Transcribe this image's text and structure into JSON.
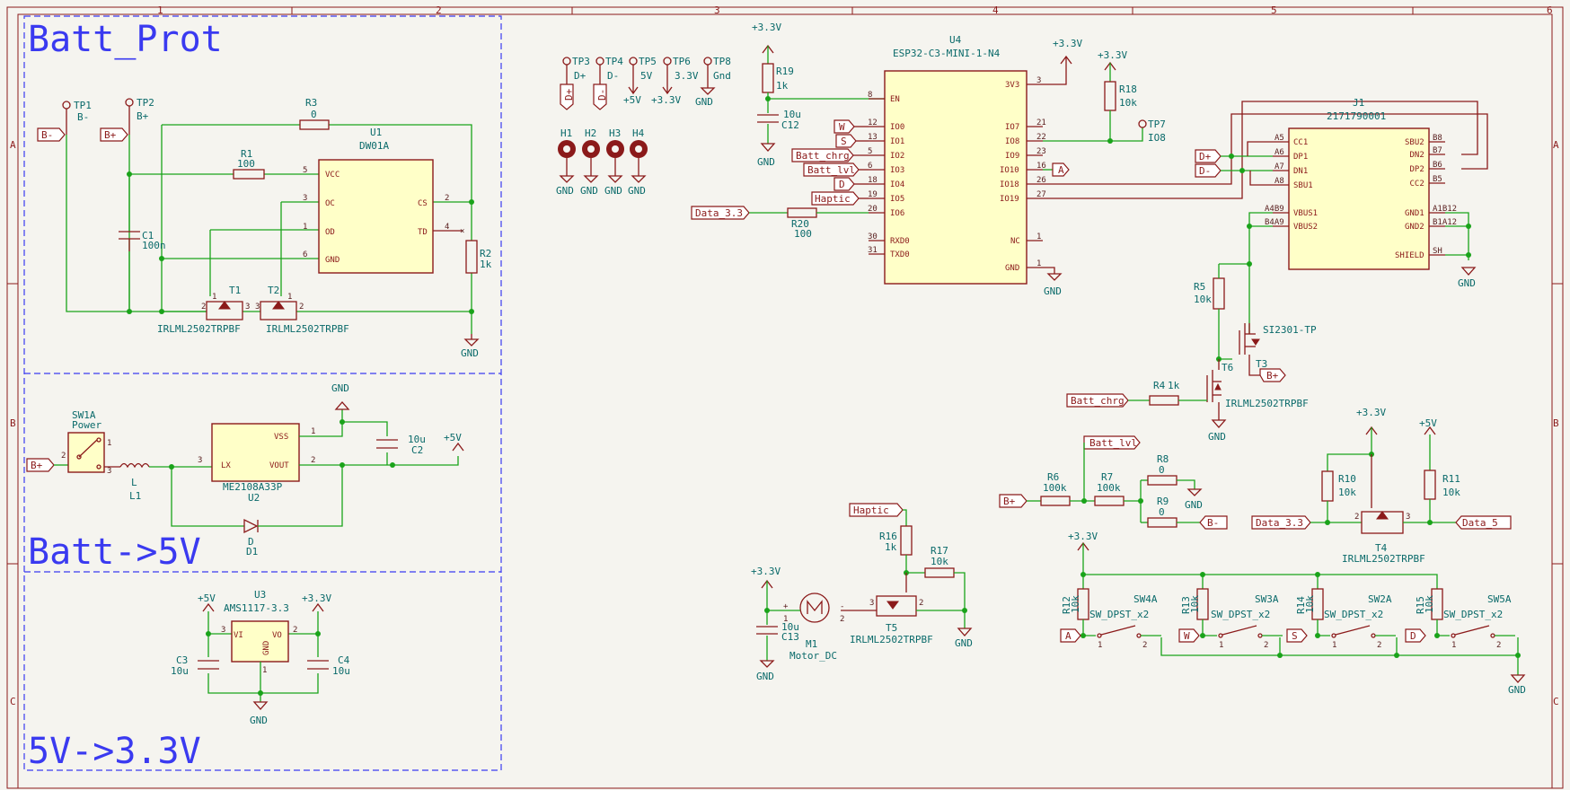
{
  "frame": {
    "cols": [
      "1",
      "2",
      "3",
      "4",
      "5",
      "6"
    ],
    "rows": [
      "A",
      "B",
      "C"
    ]
  },
  "sections": {
    "batt_prot": "Batt_Prot",
    "batt_5v": "Batt->5V",
    "v5_33": "5V->3.3V"
  },
  "power": {
    "gnd": "GND",
    "v33": "+3.3V",
    "v5": "+5V"
  },
  "nets": {
    "bminus": "B-",
    "bplus": "B+",
    "batt_chrg": "Batt_chrg",
    "batt_lvl": "Batt_lvl",
    "haptic": "Haptic",
    "data33": "Data_3.3",
    "data5": "Data_5",
    "a": "A",
    "w": "W",
    "s": "S",
    "d": "D",
    "dplus": "D+",
    "dminus": "D-"
  },
  "testpoints": {
    "tp1": {
      "ref": "TP1",
      "val": "B-"
    },
    "tp2": {
      "ref": "TP2",
      "val": "B+"
    },
    "tp3": {
      "ref": "TP3",
      "val": "D+"
    },
    "tp4": {
      "ref": "TP4",
      "val": "D-"
    },
    "tp5": {
      "ref": "TP5",
      "val": "5V"
    },
    "tp6": {
      "ref": "TP6",
      "val": "3.3V"
    },
    "tp7": {
      "ref": "TP7",
      "val": "IO8"
    },
    "tp8": {
      "ref": "TP8",
      "val": "Gnd"
    }
  },
  "holes": [
    "H1",
    "H2",
    "H3",
    "H4"
  ],
  "u1": {
    "ref": "U1",
    "val": "DW01A",
    "pins": {
      "vcc": "VCC",
      "oc": "OC",
      "od": "OD",
      "gnd": "GND",
      "cs": "CS",
      "td": "TD"
    },
    "nums": {
      "vcc": "5",
      "oc": "3",
      "od": "1",
      "gnd": "6",
      "cs": "2",
      "td": "4"
    }
  },
  "u2": {
    "ref": "U2",
    "val": "ME2108A33P",
    "pins": {
      "lx": "LX",
      "vss": "VSS",
      "vout": "VOUT"
    },
    "nums": {
      "lx": "3",
      "vss": "1",
      "vout": "2"
    }
  },
  "u3": {
    "ref": "U3",
    "val": "AMS1117-3.3",
    "pins": {
      "vi": "VI",
      "vo": "VO",
      "gnd": "GND"
    },
    "nums": {
      "vi": "3",
      "vo": "2",
      "gnd": "1"
    }
  },
  "u4": {
    "ref": "U4",
    "val": "ESP32-C3-MINI-1-N4",
    "left": [
      {
        "n": "EN",
        "p": "8"
      },
      {
        "n": "IO0",
        "p": "12"
      },
      {
        "n": "IO1",
        "p": "13"
      },
      {
        "n": "IO2",
        "p": "5"
      },
      {
        "n": "IO3",
        "p": "6"
      },
      {
        "n": "IO4",
        "p": "18"
      },
      {
        "n": "IO5",
        "p": "19"
      },
      {
        "n": "IO6",
        "p": "20"
      },
      {
        "n": "RXD0",
        "p": "30"
      },
      {
        "n": "TXD0",
        "p": "31"
      }
    ],
    "right": [
      {
        "n": "3V3",
        "p": "3"
      },
      {
        "n": "IO7",
        "p": "21"
      },
      {
        "n": "IO8",
        "p": "22"
      },
      {
        "n": "IO9",
        "p": "23"
      },
      {
        "n": "IO10",
        "p": "16"
      },
      {
        "n": "IO18",
        "p": "26"
      },
      {
        "n": "IO19",
        "p": "27"
      },
      {
        "n": "NC",
        "p": "1"
      },
      {
        "n": "GND",
        "p": "1"
      }
    ]
  },
  "j1": {
    "ref": "J1",
    "val": "2171790001",
    "left": [
      {
        "p": "A5",
        "n": "CC1"
      },
      {
        "p": "A6",
        "n": "DP1"
      },
      {
        "p": "A7",
        "n": "DN1"
      },
      {
        "p": "A8",
        "n": "SBU1"
      },
      {
        "p": "A4B9",
        "n": "VBUS1"
      },
      {
        "p": "B4A9",
        "n": "VBUS2"
      }
    ],
    "right": [
      {
        "p": "B8",
        "n": "SBU2"
      },
      {
        "p": "B7",
        "n": "DN2"
      },
      {
        "p": "B6",
        "n": "DP2"
      },
      {
        "p": "B5",
        "n": "CC2"
      },
      {
        "p": "A1B12",
        "n": "GND1"
      },
      {
        "p": "B1A12",
        "n": "GND2"
      },
      {
        "p": "SH",
        "n": "SHIELD"
      }
    ]
  },
  "passives": {
    "r1": {
      "ref": "R1",
      "val": "100"
    },
    "r2": {
      "ref": "R2",
      "val": "1k"
    },
    "r3": {
      "ref": "R3",
      "val": "0"
    },
    "r4": {
      "ref": "R4",
      "val": "1k"
    },
    "r5": {
      "ref": "R5",
      "val": "10k"
    },
    "r6": {
      "ref": "R6",
      "val": "100k"
    },
    "r7": {
      "ref": "R7",
      "val": "100k"
    },
    "r8": {
      "ref": "R8",
      "val": "0"
    },
    "r9": {
      "ref": "R9",
      "val": "0"
    },
    "r10": {
      "ref": "R10",
      "val": "10k"
    },
    "r11": {
      "ref": "R11",
      "val": "10k"
    },
    "r12": {
      "ref": "R12",
      "val": "10k"
    },
    "r13": {
      "ref": "R13",
      "val": "10k"
    },
    "r14": {
      "ref": "R14",
      "val": "10k"
    },
    "r15": {
      "ref": "R15",
      "val": "10k"
    },
    "r16": {
      "ref": "R16",
      "val": "1k"
    },
    "r17": {
      "ref": "R17",
      "val": "10k"
    },
    "r18": {
      "ref": "R18",
      "val": "10k"
    },
    "r19": {
      "ref": "R19",
      "val": "1k"
    },
    "r20": {
      "ref": "R20",
      "val": "100"
    },
    "c1": {
      "ref": "C1",
      "val": "100n"
    },
    "c2": {
      "ref": "C2",
      "val": "10u"
    },
    "c3": {
      "ref": "C3",
      "val": "10u"
    },
    "c4": {
      "ref": "C4",
      "val": "10u"
    },
    "c12": {
      "ref": "C12",
      "val": "10u"
    },
    "c13": {
      "ref": "C13",
      "val": "10u"
    },
    "l1": {
      "ref": "L1",
      "val": "L"
    },
    "d1": {
      "ref": "D1",
      "val": "D"
    }
  },
  "transistors": {
    "t1": {
      "ref": "T1",
      "val": "IRLML2502TRPBF"
    },
    "t2": {
      "ref": "T2",
      "val": "IRLML2502TRPBF"
    },
    "t3": {
      "ref": "T3",
      "val": "SI2301-TP"
    },
    "t4": {
      "ref": "T4",
      "val": "IRLML2502TRPBF"
    },
    "t5": {
      "ref": "T5",
      "val": "IRLML2502TRPBF"
    },
    "t6": {
      "ref": "T6",
      "val": "IRLML2502TRPBF"
    }
  },
  "sw1": {
    "ref": "SW1A",
    "val": "Power"
  },
  "motor": {
    "ref": "M1",
    "val": "Motor_DC"
  },
  "switches": [
    {
      "ref": "SW4A",
      "val": "SW_DPST_x2"
    },
    {
      "ref": "SW3A",
      "val": "SW_DPST_x2"
    },
    {
      "ref": "SW2A",
      "val": "SW_DPST_x2"
    },
    {
      "ref": "SW5A",
      "val": "SW_DPST_x2"
    }
  ]
}
